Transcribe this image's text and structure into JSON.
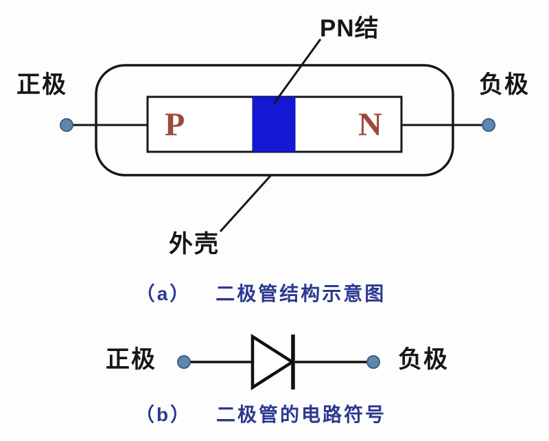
{
  "figure": {
    "colors": {
      "junction_blue": "#1418d2",
      "pn_letters": "#9b4a3c",
      "caption_blue": "#2b3990",
      "terminal_fill": "#5e87ac",
      "line_color": "#161616"
    },
    "part_a": {
      "pn_junction_label": "PN结",
      "anode_label": "正极",
      "cathode_label": "负极",
      "p_region_label": "P",
      "n_region_label": "N",
      "shell_label": "外壳",
      "caption_index": "（a）",
      "caption_title": "二极管结构示意图"
    },
    "part_b": {
      "anode_label": "正极",
      "cathode_label": "负极",
      "caption_index": "（b）",
      "caption_title": "二极管的电路符号"
    }
  }
}
